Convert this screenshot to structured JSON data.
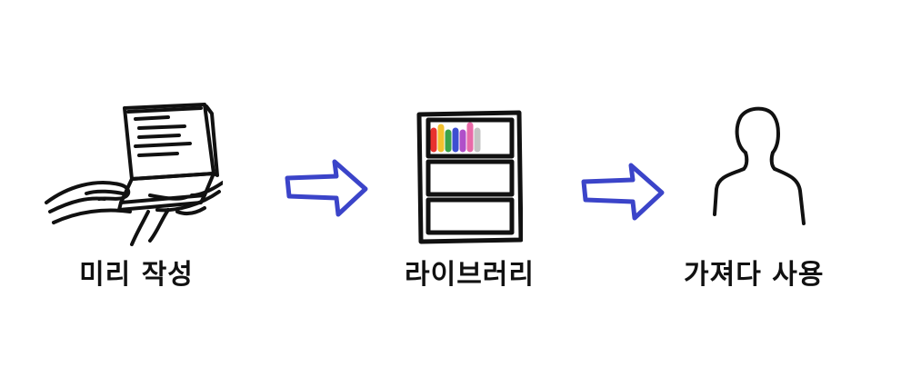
{
  "steps": [
    {
      "label": "미리 작성",
      "icon": "laptop-typing-icon"
    },
    {
      "label": "라이브러리",
      "icon": "bookshelf-icon"
    },
    {
      "label": "가져다 사용",
      "icon": "person-icon"
    }
  ],
  "connectors": [
    {
      "icon": "arrow-right-icon"
    },
    {
      "icon": "arrow-right-icon"
    }
  ],
  "colors": {
    "ink": "#111111",
    "arrow_stroke": "#3b44c9",
    "arrow_fill": "#ffffff",
    "books": [
      "#e8322e",
      "#f2c12e",
      "#3aa34a",
      "#3c4fd1",
      "#b04fc9",
      "#e86aa8",
      "#c4c4c4"
    ]
  }
}
